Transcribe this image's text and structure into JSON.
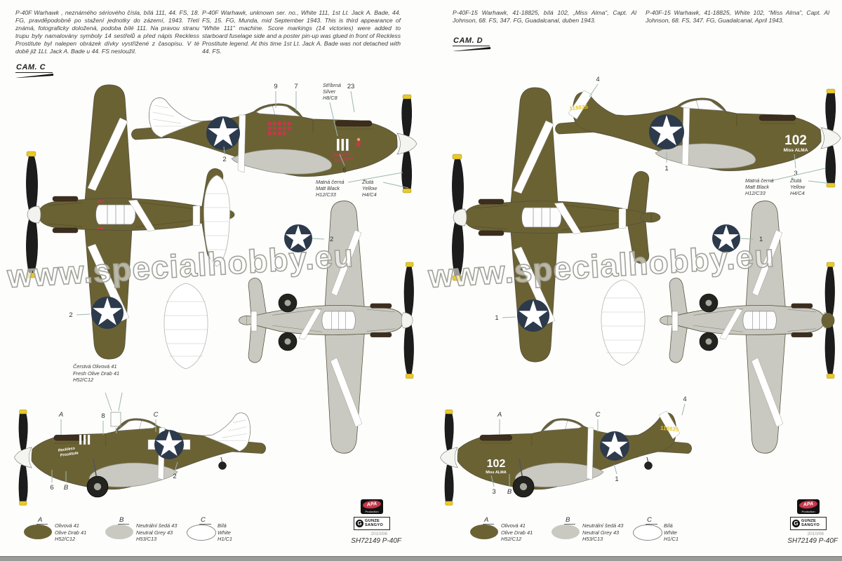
{
  "document": {
    "watermark": "www.specialhobby.eu",
    "sku": "SH72149 P-40F",
    "date_code": "2010/06",
    "apa_line1": "APA",
    "apa_line2": "Production",
    "gunze_line1": "GUNZE",
    "gunze_line2": "SANGYO",
    "gunze_initial": "G"
  },
  "colors": {
    "olive": "#6b6234",
    "olive_dark": "#4e4826",
    "neutral_grey": "#c9c9c2",
    "insignia_blue": "#2c3a4c",
    "red": "#c8374a",
    "yellow": "#e9c929",
    "leader": "#9bb8af"
  },
  "legend": {
    "items": [
      {
        "letter": "A",
        "cz": "Olivová 41",
        "en": "Olive Drab 41",
        "code": "H52/C12"
      },
      {
        "letter": "B",
        "cz": "Neutrální šedá 43",
        "en": "Neutral Grey 43",
        "code": "H53/C13"
      },
      {
        "letter": "C",
        "cz": "Bílá",
        "en": "White",
        "code": "H1/C1"
      }
    ]
  },
  "pages": [
    {
      "label": "CAM. C",
      "text_cz": "P-40F Warhawk , neznámého sériového čísla, bílá 111, 44. FS, 18. FG, pravděpodobně po stažení jednotky do zázemí, 1943. Třetí známá, fotograficky doložená, podoba bílé 111. Na pravou stranu trupu byly namalovány symboly 14 sestřelů a před nápis Reckless Prostitute byl nalepen obrázek dívky vystřižené z časopisu. V té době již 1Lt. Jack A. Bade u 44. FS nesloužil.",
      "text_en": "P-40F Warhawk, unknown ser. no., White 111, 1st Lt. Jack A. Bade, 44. FS, 15. FG, Munda, mid September 1943. This is third appearance of “White 111” machine. Score markings (14 victories) were added to starboard fuselage side and a poster pin-up was glued in front of Reckless Prostitute legend. At this time 1st Lt. Jack A. Bade was not detached with 44. FS.",
      "notes": {
        "silver": [
          "Stříbrná",
          "Silver",
          "H8/C8"
        ],
        "black": [
          "Matná černá",
          "Matt Black",
          "H12/C33"
        ],
        "yellow": [
          "Žlutá",
          "Yellow",
          "H4/C4"
        ],
        "fresh_olive": "Čerstvá Olivová 41\nFresh Olive Drab 41\nH52/C12"
      },
      "callouts": {
        "top_profile": [
          "9",
          "7",
          "23",
          "2",
          "5"
        ],
        "top_view": "2",
        "bottom_view": "2",
        "bottom_profile": [
          "A",
          "8",
          "C",
          "2",
          "6",
          "B"
        ]
      },
      "markings": {
        "nose_art": [
          "Reckless",
          "Prostitute"
        ]
      }
    },
    {
      "label": "CAM. D",
      "text_cz": "P-40F-15 Warhawk, 41-18825, bílá 102, „Miss Alma“, Capt. Al Johnson, 68. FS, 347. FG, Guadalcanal, duben 1943.",
      "text_en": "P-40F-15 Warhawk, 41-18825, White 102, “Miss Alma”, Capt. Al Johnson, 68. FS, 347. FG, Guadalcanal, April 1943.",
      "notes": {
        "black": [
          "Matná černá",
          "Matt Black",
          "H12/C33"
        ],
        "yellow": [
          "Žlutá",
          "Yellow",
          "H4/C4"
        ]
      },
      "callouts": {
        "top_profile": [
          "4",
          "1",
          "3"
        ],
        "top_view": "1",
        "bottom_view": "1",
        "bottom_profile": [
          "A",
          "C",
          "4",
          "3",
          "B",
          "1"
        ]
      },
      "markings": {
        "number": "102",
        "name": "Miss ALMA",
        "serial": "118825"
      }
    }
  ]
}
